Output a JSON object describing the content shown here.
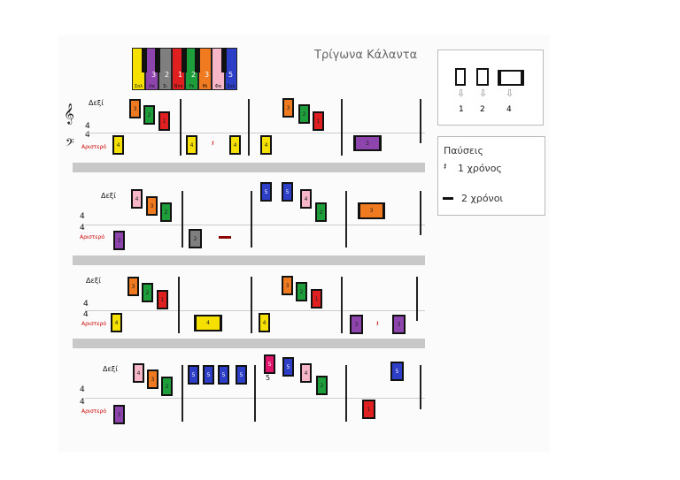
{
  "title": "Τρίγωνα Κάλαντα",
  "labels": {
    "right_hand": "Δεξί",
    "left_hand": "Αριστερό"
  },
  "time_signature": {
    "top": "4",
    "bottom": "4"
  },
  "keyboard": {
    "keys": [
      {
        "color": "#f5e000",
        "name": "Σολ"
      },
      {
        "color": "#8e44ad",
        "name": "Λα"
      },
      {
        "color": "#7f7f7f",
        "name": "Σι"
      },
      {
        "color": "#e02020",
        "name": "Ντο"
      },
      {
        "color": "#1e9e3a",
        "name": "Ρε"
      },
      {
        "color": "#f07a20",
        "name": "Μι"
      },
      {
        "color": "#f6b6c8",
        "name": "Φα"
      },
      {
        "color": "#2d3fc6",
        "name": "Σολ"
      }
    ],
    "numbers": [
      "3",
      "2",
      "1",
      "2",
      "3",
      "5"
    ]
  },
  "legend": {
    "durations": [
      "1",
      "2",
      "4"
    ],
    "arrow": "⇩"
  },
  "rests": {
    "heading": "Παύσεις",
    "one_beat": "1 χρόνος",
    "two_beats": "2 χρόνοι",
    "one_symbol": "𝄽"
  },
  "note_numbers": {
    "n1": "1",
    "n2": "2",
    "n3": "3",
    "n4": "4",
    "n5": "5",
    "five_big": "5",
    "r": "𝄽"
  },
  "colors": {
    "yellow": "#f5e000",
    "orange": "#f07a20",
    "green": "#1e9e3a",
    "red": "#e02020",
    "purple": "#8e44ad",
    "gray": "#7f7f7f",
    "blue": "#2d3fc6",
    "pink": "#f6b6c8",
    "magenta": "#e0156b"
  }
}
